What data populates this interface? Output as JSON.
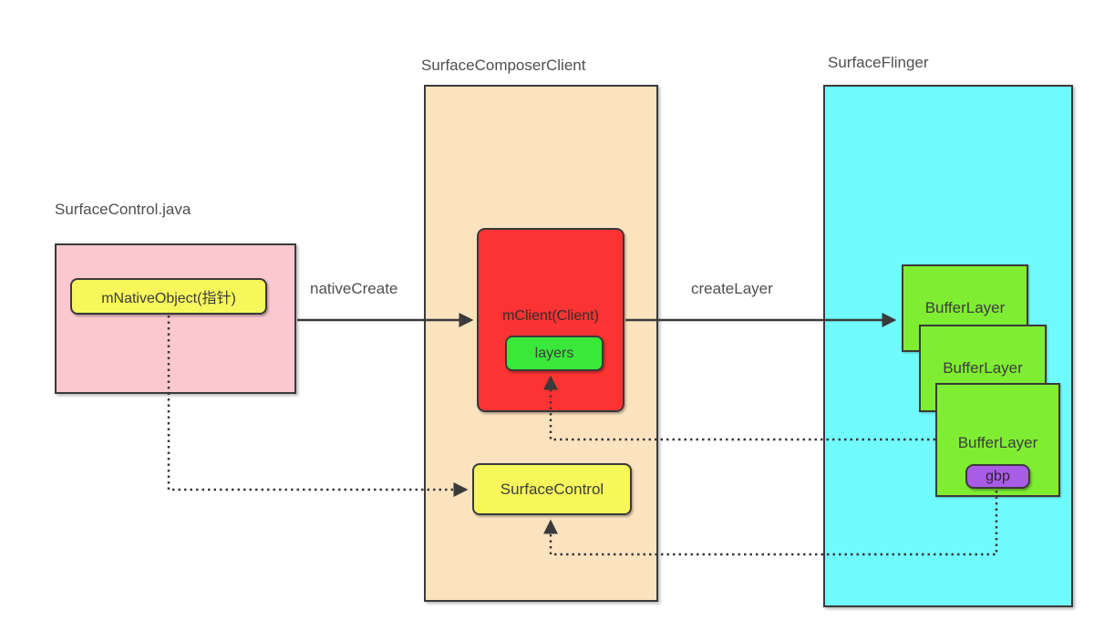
{
  "colors": {
    "pink": "#fac8ce",
    "peach": "#fbe3c0",
    "cyan": "#70fbfc",
    "red": "#fb3333",
    "yellow": "#f7f75c",
    "green": "#39e839",
    "buffer_green": "#7fee32",
    "purple": "#a95ce6",
    "line": "#3a3a3a",
    "text": "#454545"
  },
  "groups": {
    "surface_control_java": {
      "title": "SurfaceControl.java"
    },
    "surface_composer_client": {
      "title": "SurfaceComposerClient"
    },
    "surface_flinger": {
      "title": "SurfaceFlinger"
    }
  },
  "nodes": {
    "m_native_object": {
      "label": "mNativeObject(指针)"
    },
    "m_client": {
      "label": "mClient(Client)"
    },
    "layers": {
      "label": "layers"
    },
    "surface_control": {
      "label": "SurfaceControl"
    },
    "buffer_layer_1": {
      "label": "BufferLayer"
    },
    "buffer_layer_2": {
      "label": "BufferLayer"
    },
    "buffer_layer_3": {
      "label": "BufferLayer"
    },
    "gbp": {
      "label": "gbp"
    }
  },
  "edges": [
    {
      "id": "native-create",
      "label": "nativeCreate",
      "style": "solid",
      "from": "mNativeObject(指针)",
      "to": "mClient(Client)"
    },
    {
      "id": "create-layer",
      "label": "createLayer",
      "style": "solid",
      "from": "mClient(Client)",
      "to": "BufferLayer"
    },
    {
      "id": "mnative-to-surfacecontrol",
      "label": "",
      "style": "dotted",
      "from": "mNativeObject(指针)",
      "to": "SurfaceControl"
    },
    {
      "id": "bufferlayer-to-layers",
      "label": "",
      "style": "dotted",
      "from": "BufferLayer",
      "to": "layers"
    },
    {
      "id": "gbp-to-surfacecontrol",
      "label": "",
      "style": "dotted",
      "from": "gbp",
      "to": "SurfaceControl"
    }
  ]
}
